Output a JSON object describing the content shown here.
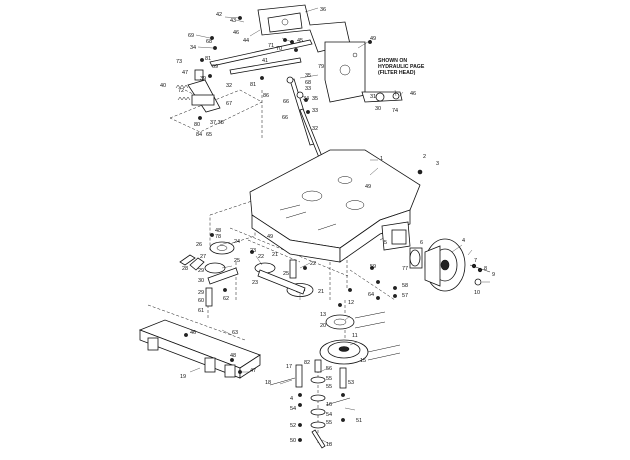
{
  "note": {
    "lines": [
      "SHOWN ON",
      "HYDRAULIC PAGE",
      "(FILTER HEAD)"
    ]
  },
  "callouts": [
    {
      "id": "c42a",
      "t": "42"
    },
    {
      "id": "c43",
      "t": "43"
    },
    {
      "id": "c36",
      "t": "36"
    },
    {
      "id": "c69a",
      "t": "69"
    },
    {
      "id": "c34a",
      "t": "34"
    },
    {
      "id": "c68a",
      "t": "68"
    },
    {
      "id": "c44",
      "t": "44"
    },
    {
      "id": "c46a",
      "t": "46"
    },
    {
      "id": "c71",
      "t": "71"
    },
    {
      "id": "c70",
      "t": "70"
    },
    {
      "id": "c45",
      "t": "45"
    },
    {
      "id": "c49a",
      "t": "49"
    },
    {
      "id": "c81a",
      "t": "81"
    },
    {
      "id": "c69b",
      "t": "69"
    },
    {
      "id": "c73",
      "t": "73"
    },
    {
      "id": "c79",
      "t": "79"
    },
    {
      "id": "c41",
      "t": "41"
    },
    {
      "id": "c35a",
      "t": "35"
    },
    {
      "id": "c68b",
      "t": "68"
    },
    {
      "id": "c33a",
      "t": "33"
    },
    {
      "id": "c47",
      "t": "47"
    },
    {
      "id": "c40",
      "t": "40"
    },
    {
      "id": "c72",
      "t": "72"
    },
    {
      "id": "c39",
      "t": "39"
    },
    {
      "id": "c32a",
      "t": "32"
    },
    {
      "id": "c81b",
      "t": "81"
    },
    {
      "id": "c86",
      "t": "86"
    },
    {
      "id": "c34b",
      "t": "34"
    },
    {
      "id": "c66a",
      "t": "66"
    },
    {
      "id": "c67",
      "t": "67"
    },
    {
      "id": "c31",
      "t": "31"
    },
    {
      "id": "c30",
      "t": "30"
    },
    {
      "id": "c74",
      "t": "74"
    },
    {
      "id": "c46b",
      "t": "46"
    },
    {
      "id": "c35b",
      "t": "35"
    },
    {
      "id": "c33b",
      "t": "33"
    },
    {
      "id": "c66b",
      "t": "66"
    },
    {
      "id": "c32b",
      "t": "32"
    },
    {
      "id": "c3738",
      "t": "37,38"
    },
    {
      "id": "c80",
      "t": "80"
    },
    {
      "id": "c84",
      "t": "84"
    },
    {
      "id": "c65",
      "t": "65"
    },
    {
      "id": "c1",
      "t": "1"
    },
    {
      "id": "c2",
      "t": "2"
    },
    {
      "id": "c3",
      "t": "3"
    },
    {
      "id": "c49b",
      "t": "49"
    },
    {
      "id": "c49c",
      "t": "49"
    },
    {
      "id": "c48",
      "t": "48"
    },
    {
      "id": "c78a",
      "t": "78"
    },
    {
      "id": "c24",
      "t": "24"
    },
    {
      "id": "c26",
      "t": "26"
    },
    {
      "id": "c27",
      "t": "27"
    },
    {
      "id": "c25",
      "t": "25"
    },
    {
      "id": "c28",
      "t": "28"
    },
    {
      "id": "c29a",
      "t": "29"
    },
    {
      "id": "c30b",
      "t": "30"
    },
    {
      "id": "c29b",
      "t": "29"
    },
    {
      "id": "c60",
      "t": "60"
    },
    {
      "id": "c61",
      "t": "61"
    },
    {
      "id": "c62",
      "t": "62"
    },
    {
      "id": "c23a",
      "t": "23"
    },
    {
      "id": "c22a",
      "t": "22"
    },
    {
      "id": "c21a",
      "t": "21"
    },
    {
      "id": "c23b",
      "t": "23"
    },
    {
      "id": "c22b",
      "t": "22"
    },
    {
      "id": "c25b",
      "t": "25"
    },
    {
      "id": "c21b",
      "t": "21"
    },
    {
      "id": "c5",
      "t": "5"
    },
    {
      "id": "c6",
      "t": "6"
    },
    {
      "id": "c4",
      "t": "4"
    },
    {
      "id": "c77",
      "t": "77"
    },
    {
      "id": "c7",
      "t": "7"
    },
    {
      "id": "c8",
      "t": "8"
    },
    {
      "id": "c9",
      "t": "9"
    },
    {
      "id": "c10",
      "t": "10"
    },
    {
      "id": "c59",
      "t": "59"
    },
    {
      "id": "c58",
      "t": "58"
    },
    {
      "id": "c57",
      "t": "57"
    },
    {
      "id": "c64",
      "t": "64"
    },
    {
      "id": "c12",
      "t": "12"
    },
    {
      "id": "c13",
      "t": "13"
    },
    {
      "id": "c20",
      "t": "20"
    },
    {
      "id": "c63",
      "t": "63"
    },
    {
      "id": "c46c",
      "t": "46"
    },
    {
      "id": "c48b",
      "t": "48"
    },
    {
      "id": "c47b",
      "t": "47"
    },
    {
      "id": "c19",
      "t": "19"
    },
    {
      "id": "c11",
      "t": "11"
    },
    {
      "id": "c15",
      "t": "15"
    },
    {
      "id": "c82",
      "t": "82"
    },
    {
      "id": "c17",
      "t": "17"
    },
    {
      "id": "c18a",
      "t": "18"
    },
    {
      "id": "c56",
      "t": "56"
    },
    {
      "id": "c55a",
      "t": "55"
    },
    {
      "id": "c55b",
      "t": "55"
    },
    {
      "id": "c53",
      "t": "53"
    },
    {
      "id": "c4b",
      "t": "4"
    },
    {
      "id": "c54a",
      "t": "54"
    },
    {
      "id": "c16",
      "t": "16"
    },
    {
      "id": "c54b",
      "t": "54"
    },
    {
      "id": "c55c",
      "t": "55"
    },
    {
      "id": "c51",
      "t": "51"
    },
    {
      "id": "c52",
      "t": "52"
    },
    {
      "id": "c50",
      "t": "50"
    },
    {
      "id": "c18b",
      "t": "18"
    }
  ]
}
